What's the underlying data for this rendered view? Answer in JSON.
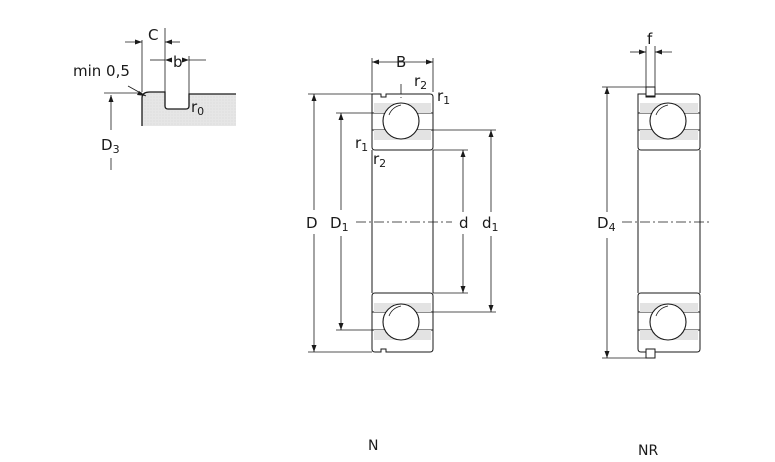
{
  "groove_detail": {
    "label_c": "C",
    "label_b": "b",
    "label_min": "min 0,5",
    "label_r0_main": "r",
    "label_r0_sub": "0",
    "label_d3_main": "D",
    "label_d3_sub": "3"
  },
  "bearing_n": {
    "caption": "N",
    "label_b_width": "B",
    "label_r2_top_main": "r",
    "label_r2_top_sub": "2",
    "label_r1_top_main": "r",
    "label_r1_top_sub": "1",
    "label_r1_mid_main": "r",
    "label_r1_mid_sub": "1",
    "label_r2_mid_main": "r",
    "label_r2_mid_sub": "2",
    "label_d_outer": "D",
    "label_d1_main": "D",
    "label_d1_sub": "1",
    "label_bore": "d",
    "label_d1_inner_main": "d",
    "label_d1_inner_sub": "1"
  },
  "bearing_nr": {
    "caption": "NR",
    "label_f": "f",
    "label_d4_main": "D",
    "label_d4_sub": "4"
  }
}
